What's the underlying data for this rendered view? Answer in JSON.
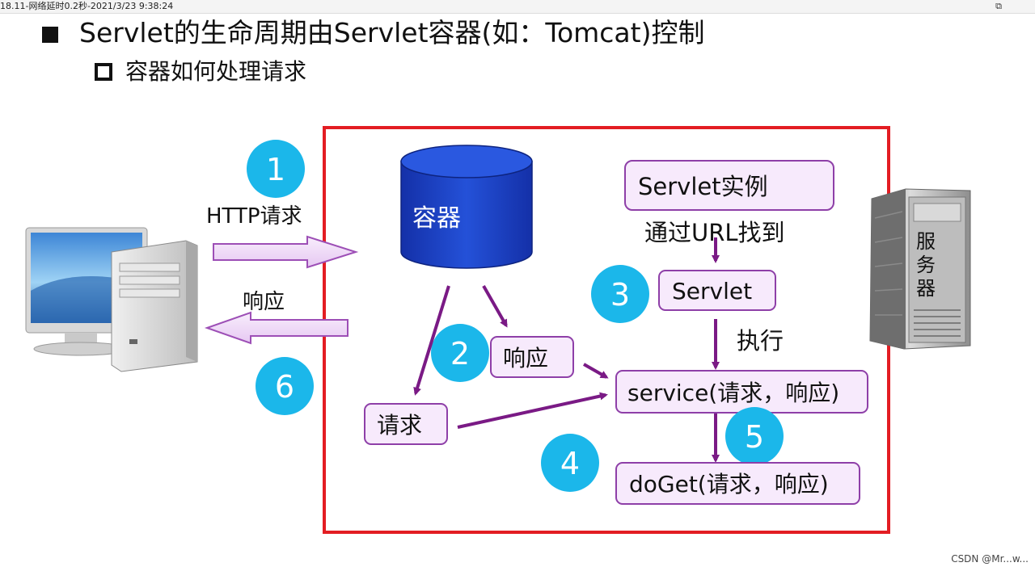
{
  "window": {
    "title": "18.11-网络延时0.2秒-2021/3/23 9:38:24",
    "restore_glyph": "⧉",
    "minimize_glyph": "–",
    "close_glyph": "×"
  },
  "slide": {
    "heading": "Servlet的生命周期由Servlet容器(如：Tomcat)控制",
    "subheading": "容器如何处理请求"
  },
  "diagram": {
    "step_numbers": [
      "1",
      "2",
      "3",
      "4",
      "5",
      "6"
    ],
    "http_request_label": "HTTP请求",
    "response_left_label": "响应",
    "container_label": "容器",
    "servlet_instance_label": "Servlet实例",
    "find_by_url_label": "通过URL找到",
    "servlet_label": "Servlet",
    "execute_label": "执行",
    "response_box_label": "响应",
    "service_label": "service(请求，响应)",
    "request_box_label": "请求",
    "doget_label": "doGet(请求，响应)",
    "server_label": [
      "服",
      "务",
      "器"
    ]
  },
  "colors": {
    "frame_red": "#e31d23",
    "arrow_purple": "#7a1a85",
    "box_fill": "#f7eafc",
    "box_border": "#8e3fa8",
    "circle_blue": "#1bb7ea",
    "cylinder_blue": "#1a3ec9"
  },
  "icons": {
    "computer": "desktop-computer-icon",
    "server": "server-rack-icon"
  },
  "watermark": "CSDN @Mr...w..."
}
